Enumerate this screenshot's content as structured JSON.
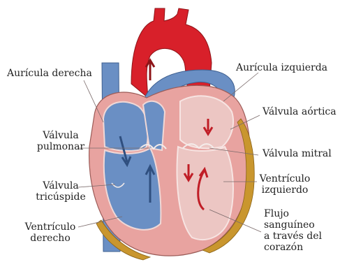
{
  "labels": {
    "auricula_derecha": "Aurícula derecha",
    "auricula_izquierda": "Aurícula izquierda",
    "valvula_aortica": "Válvula aórtica",
    "valvula_pulmonar_1": "Válvula",
    "valvula_pulmonar_2": "pulmonar",
    "valvula_mitral": "Válvula mitral",
    "valvula_tricuspide_1": "Válvula",
    "valvula_tricuspide_2": "tricúspide",
    "ventriculo_izquierdo_1": "Ventrículo",
    "ventriculo_izquierdo_2": "izquierdo",
    "ventriculo_derecho_1": "Ventrículo",
    "ventriculo_derecho_2": "derecho",
    "flujo_1": "Flujo",
    "flujo_2": "sanguíneo",
    "flujo_3": "a través del",
    "flujo_4": "corazón"
  },
  "colors": {
    "oxygenated": "#d8202a",
    "deoxygenated": "#6a8fc4",
    "muscle": "#e8a3a0",
    "chamber_left": "#ecc6c3",
    "fat": "#c9962e"
  }
}
